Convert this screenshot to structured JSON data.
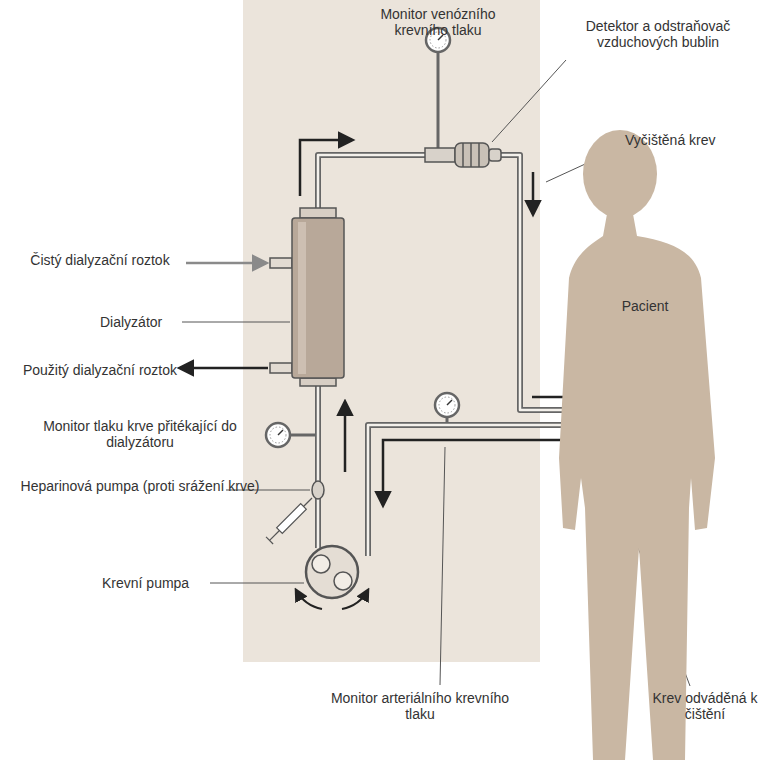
{
  "diagram": {
    "nodes": [
      {
        "text": [
          "Pacient"
        ]
      }
    ],
    "labels": [
      "Monitor venózního krevního tlaku",
      "Detektor a odstraňovač vzduchových bublin",
      "Vyčištěná krev",
      "Čistý dialyzační roztok",
      "Dialyzátor",
      "Použitý dialyzační roztok",
      "Monitor tlaku krve přitékající do dialyzátoru",
      "Heparinová pumpa (proti srážení krve)",
      "Krevní pumpa",
      "Monitor arteriálního krevního tlaku",
      "Krev odváděná k čištění"
    ]
  }
}
